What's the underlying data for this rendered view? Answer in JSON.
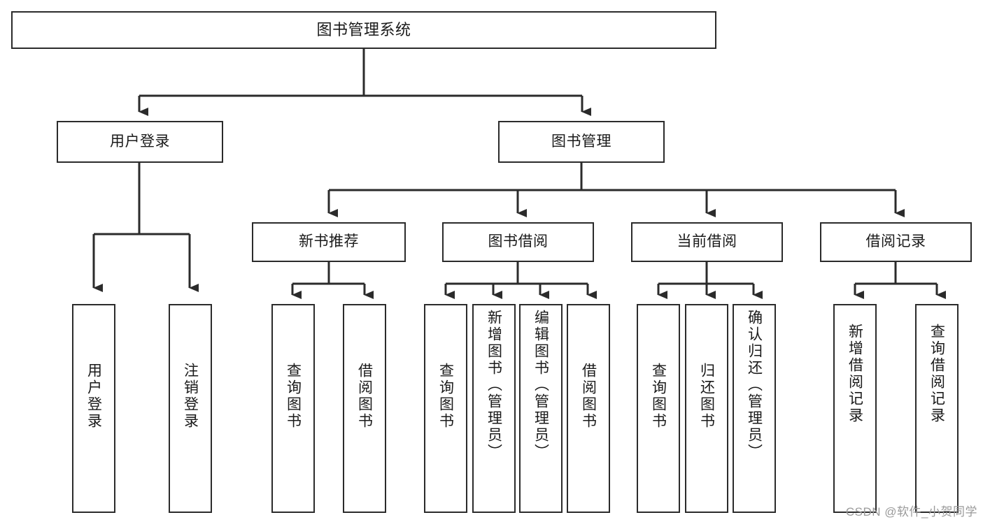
{
  "diagram": {
    "type": "hierarchy-tree",
    "title": "图书管理系统",
    "root": {
      "id": "root",
      "label": "图书管理系统"
    },
    "level2": [
      {
        "id": "user-login",
        "label": "用户登录"
      },
      {
        "id": "book-manage",
        "label": "图书管理"
      }
    ],
    "level3": [
      {
        "id": "new-book-recommend",
        "label": "新书推荐"
      },
      {
        "id": "book-borrow",
        "label": "图书借阅"
      },
      {
        "id": "current-borrow",
        "label": "当前借阅"
      },
      {
        "id": "borrow-record",
        "label": "借阅记录"
      }
    ],
    "leaves": [
      {
        "id": "leaf-user-login",
        "label": "用户登录",
        "parent": "user-login"
      },
      {
        "id": "leaf-logout-login",
        "label": "注销登录",
        "parent": "user-login"
      },
      {
        "id": "leaf-query-book-1",
        "label": "查询图书",
        "parent": "new-book-recommend"
      },
      {
        "id": "leaf-borrow-book-1",
        "label": "借阅图书",
        "parent": "new-book-recommend"
      },
      {
        "id": "leaf-query-book-2",
        "label": "查询图书",
        "parent": "book-borrow"
      },
      {
        "id": "leaf-add-book",
        "label": "新增图书（管理员）",
        "parent": "book-borrow"
      },
      {
        "id": "leaf-edit-book",
        "label": "编辑图书（管理员）",
        "parent": "book-borrow"
      },
      {
        "id": "leaf-borrow-book-2",
        "label": "借阅图书",
        "parent": "book-borrow"
      },
      {
        "id": "leaf-query-book-3",
        "label": "查询图书",
        "parent": "current-borrow"
      },
      {
        "id": "leaf-return-book",
        "label": "归还图书",
        "parent": "current-borrow"
      },
      {
        "id": "leaf-confirm-return",
        "label": "确认归还（管理员）",
        "parent": "current-borrow"
      },
      {
        "id": "leaf-add-record",
        "label": "新增借阅记录",
        "parent": "borrow-record"
      },
      {
        "id": "leaf-query-record",
        "label": "查询借阅记录",
        "parent": "borrow-record"
      }
    ],
    "colors": {
      "stroke": "#2b2b2b",
      "fill": "#ffffff",
      "text": "#1a1a1a",
      "watermark": "#9a9a9a"
    }
  },
  "watermark": {
    "text": "CSDN @软件_小贺同学"
  }
}
